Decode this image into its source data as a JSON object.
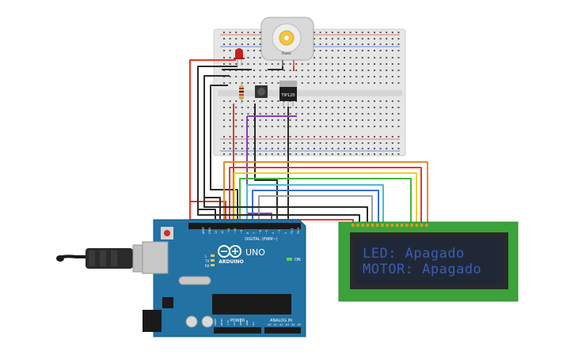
{
  "lcd": {
    "line1": "LED: Apagado",
    "line2": "MOTOR: Apagado"
  },
  "arduino": {
    "brand": "ARDUINO",
    "model": "UNO",
    "digital_label": "DIGITAL (PWM~)",
    "analog_label": "ANALOG IN",
    "power_label": "POWER",
    "on_label": "ON",
    "tx_label": "TX",
    "rx_label": "RX",
    "l_label": "L",
    "pin_labels": [
      "AREF",
      "GND",
      "13",
      "12",
      "~11",
      "~10",
      "~9",
      "8",
      "7",
      "~6",
      "~5",
      "4",
      "~3",
      "2",
      "TX 1",
      "RX 0"
    ],
    "analog_pins": [
      "A0",
      "A1",
      "A2",
      "A3",
      "A4",
      "A5"
    ],
    "power_pins": [
      "IOREF",
      "RESET",
      "3.3V",
      "5V",
      "GND",
      "GND",
      "Vin"
    ]
  },
  "transistor": {
    "label": "TIP120"
  },
  "motor": {
    "label": "Power"
  },
  "wire_colors": {
    "red": "#e8382a",
    "black": "#2b2b2b",
    "orange": "#e88a2a",
    "yellow": "#e6d12a",
    "green": "#47b53a",
    "cyan": "#45bcd6",
    "blue": "#3a6fd0",
    "purple": "#8b3fb5",
    "gray": "#9aa0a6"
  }
}
